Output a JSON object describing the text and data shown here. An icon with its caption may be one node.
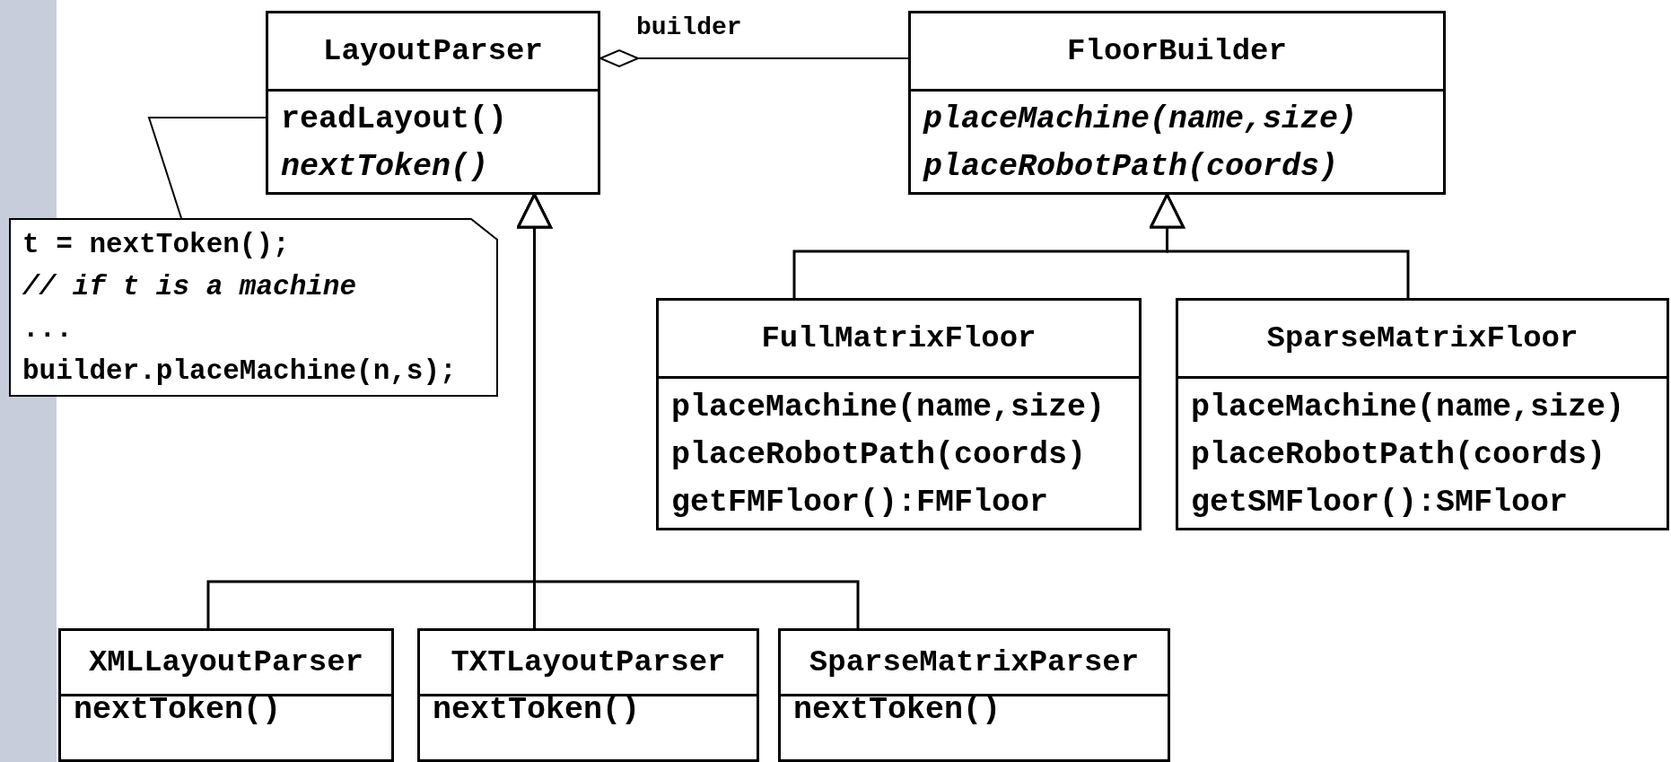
{
  "diagram": {
    "nodes": [
      {
        "text": [
          "LayoutParser",
          "readLayout()",
          "*nextToken()*"
        ]
      },
      {
        "text": [
          "FloorBuilder",
          "*placeMachine(name,size)*",
          "*placeRobotPath(coords)*"
        ]
      },
      {
        "text": [
          "t = nextToken();",
          "*// if t is a machine*",
          "...",
          "builder.placeMachine(n,s);"
        ]
      },
      {
        "text": [
          "FullMatrixFloor",
          "placeMachine(name,size)",
          "placeRobotPath(coords)",
          "getFMFloor():FMFloor"
        ]
      },
      {
        "text": [
          "SparseMatrixFloor",
          "placeMachine(name,size)",
          "placeRobotPath(coords)",
          "getSMFloor():SMFloor"
        ]
      },
      {
        "text": [
          "XMLLayoutParser",
          "nextToken()"
        ]
      },
      {
        "text": [
          "TXTLayoutParser",
          "nextToken()"
        ]
      },
      {
        "text": [
          "SparseMatrixParser",
          "nextToken()"
        ]
      }
    ],
    "edges": [
      {
        "from": 0,
        "to": 1,
        "arrow": "other",
        "label": "builder"
      },
      {
        "from": 2,
        "to": 0,
        "arrow": "none"
      },
      {
        "from": 3,
        "to": 1,
        "arrow": "to"
      },
      {
        "from": 4,
        "to": 1,
        "arrow": "to"
      },
      {
        "from": 5,
        "to": 0,
        "arrow": "to"
      },
      {
        "from": 6,
        "to": 0,
        "arrow": "to"
      },
      {
        "from": 7,
        "to": 0,
        "arrow": "to"
      }
    ]
  }
}
